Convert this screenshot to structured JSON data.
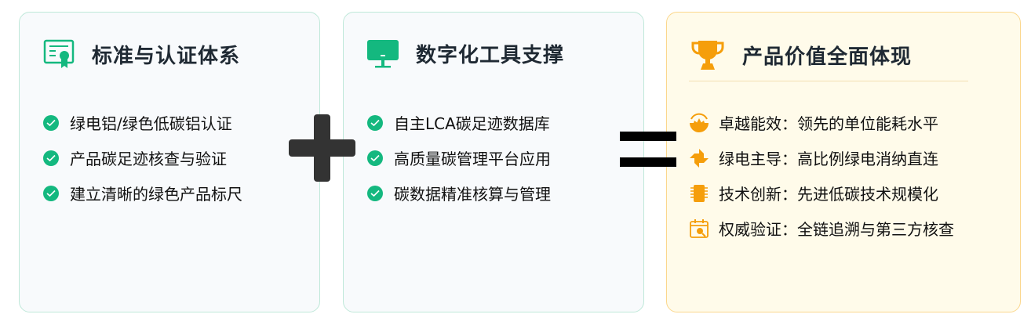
{
  "colors": {
    "green": "#14b87f",
    "orange": "#f59e0b",
    "dark": "#333333"
  },
  "cards": [
    {
      "title": "标准与认证体系",
      "icon": "certificate-icon",
      "items": [
        "绿电铝/绿色低碳铝认证",
        "产品碳足迹核查与验证",
        "建立清晰的绿色产品标尺"
      ]
    },
    {
      "title": "数字化工具支撑",
      "icon": "monitor-icon",
      "items": [
        "自主LCA碳足迹数据库",
        "高质量碳管理平台应用",
        "碳数据精准核算与管理"
      ]
    },
    {
      "title": "产品价值全面体现",
      "icon": "trophy-icon",
      "items": [
        {
          "icon": "sunrise-lotus-icon",
          "text": "卓越能效：领先的单位能耗水平"
        },
        {
          "icon": "pinwheel-icon",
          "text": "绿电主导：高比例绿电消纳直连"
        },
        {
          "icon": "chip-icon",
          "text": "技术创新：先进低碳技术规模化"
        },
        {
          "icon": "calendar-search-icon",
          "text": "权威验证：全链追溯与第三方核查"
        }
      ]
    }
  ],
  "operators": [
    "plus-icon",
    "equals-icon"
  ]
}
